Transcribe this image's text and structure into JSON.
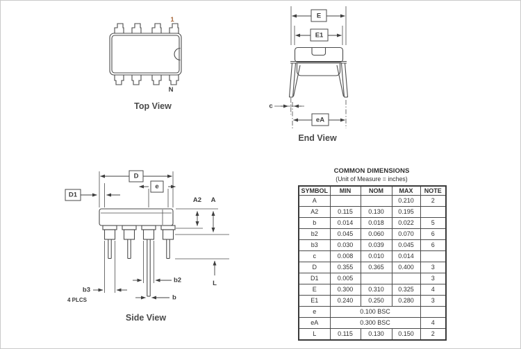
{
  "views": {
    "top": {
      "title": "Top View",
      "pin_first": "1",
      "pin_last": "N"
    },
    "end": {
      "title": "End View",
      "dim_E": "E",
      "dim_E1": "E1",
      "dim_c": "c",
      "dim_eA": "eA"
    },
    "side": {
      "title": "Side View",
      "dim_D": "D",
      "dim_D1": "D1",
      "dim_e": "e",
      "dim_A2": "A2",
      "dim_A": "A",
      "dim_L": "L",
      "dim_b": "b",
      "dim_b2": "b2",
      "dim_b3": "b3",
      "note_plcs": "4 PLCS"
    }
  },
  "table": {
    "title": "COMMON DIMENSIONS",
    "subtitle": "(Unit of Measure = inches)",
    "columns": [
      "SYMBOL",
      "MIN",
      "NOM",
      "MAX",
      "NOTE"
    ],
    "rows": [
      {
        "symbol": "A",
        "min": "",
        "nom": "",
        "max": "0.210",
        "note": "2"
      },
      {
        "symbol": "A2",
        "min": "0.115",
        "nom": "0.130",
        "max": "0.195",
        "note": ""
      },
      {
        "symbol": "b",
        "min": "0.014",
        "nom": "0.018",
        "max": "0.022",
        "note": "5"
      },
      {
        "symbol": "b2",
        "min": "0.045",
        "nom": "0.060",
        "max": "0.070",
        "note": "6"
      },
      {
        "symbol": "b3",
        "min": "0.030",
        "nom": "0.039",
        "max": "0.045",
        "note": "6"
      },
      {
        "symbol": "c",
        "min": "0.008",
        "nom": "0.010",
        "max": "0.014",
        "note": ""
      },
      {
        "symbol": "D",
        "min": "0.355",
        "nom": "0.365",
        "max": "0.400",
        "note": "3"
      },
      {
        "symbol": "D1",
        "min": "0.005",
        "nom": "",
        "max": "",
        "note": "3"
      },
      {
        "symbol": "E",
        "min": "0.300",
        "nom": "0.310",
        "max": "0.325",
        "note": "4"
      },
      {
        "symbol": "E1",
        "min": "0.240",
        "nom": "0.250",
        "max": "0.280",
        "note": "3"
      },
      {
        "symbol": "e",
        "span": "0.100 BSC",
        "note": ""
      },
      {
        "symbol": "eA",
        "span": "0.300 BSC",
        "note": "4"
      },
      {
        "symbol": "L",
        "min": "0.115",
        "nom": "0.130",
        "max": "0.150",
        "note": "2"
      }
    ]
  },
  "colors": {
    "line": "#4a4a4a",
    "text": "#3b3b3b",
    "pin1_label": "#a8693c",
    "background": "#ffffff"
  }
}
